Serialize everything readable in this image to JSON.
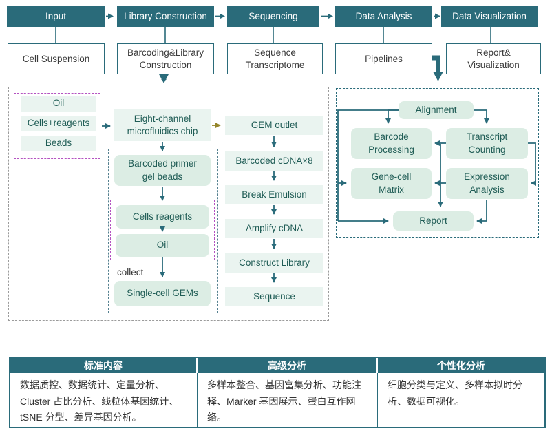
{
  "colors": {
    "teal": "#2a6b7a",
    "node_green": "#eaf4f0",
    "node_mint": "#dcede4",
    "purple_dashed": "#b452c1",
    "gray_dashed": "#9b9b9b",
    "olive_arrow": "#95862b",
    "text_dark": "#333333",
    "node_text": "#1f5c55"
  },
  "pipeline": {
    "stages": [
      "Input",
      "Library Construction",
      "Sequencing",
      "Data Analysis",
      "Data Visualization"
    ],
    "substages": [
      "Cell Suspension",
      "Barcoding&Library\nConstruction",
      "Sequence\nTranscriptome",
      "Pipelines",
      "Report&\nVisualization"
    ]
  },
  "left_panel": {
    "inputs": [
      "Oil",
      "Cells+reagents",
      "Beads"
    ],
    "chip": "Eight-channel\nmicrofluidics chip",
    "gel_beads": "Barcoded primer\ngel beads",
    "emulsion": [
      "Cells reagents",
      "Oil"
    ],
    "collect_label": "collect",
    "gems": "Single-cell GEMs",
    "library_steps": [
      "GEM outlet",
      "Barcoded cDNA×8",
      "Break Emulsion",
      "Amplify cDNA",
      "Construct Library",
      "Sequence"
    ]
  },
  "analysis_panel": {
    "alignment": "Alignment",
    "barcode_processing": "Barcode\nProcessing",
    "transcript_counting": "Transcript\nCounting",
    "gene_cell_matrix": "Gene-cell\nMatrix",
    "expression_analysis": "Expression\nAnalysis",
    "report": "Report"
  },
  "table": {
    "headers": [
      "标准内容",
      "高级分析",
      "个性化分析"
    ],
    "cells": [
      "数据质控、数据统计、定量分析、Cluster 占比分析、线粒体基因统计、tSNE 分型、差异基因分析。",
      "多样本整合、基因富集分析、功能注释、Marker 基因展示、蛋白互作网络。",
      "细胞分类与定义、多样本拟时分析、数据可视化。"
    ]
  }
}
